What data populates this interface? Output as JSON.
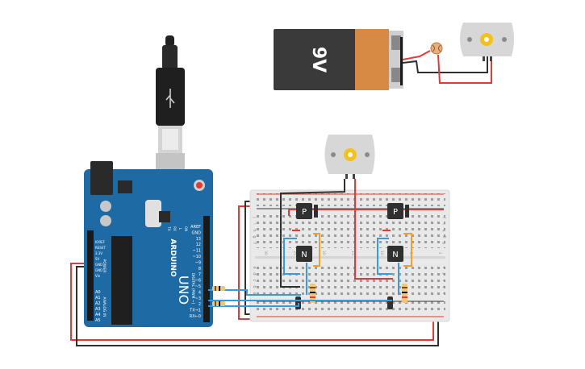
{
  "battery": {
    "label": "9V"
  },
  "arduino": {
    "brand": "ARDUINO",
    "model": "UNO",
    "digital_header_label": "DIGITAL (PWM ~)",
    "power_header_label": "POWER",
    "analog_header_label": "ANALOG IN",
    "right_pins": [
      "AREF",
      "GND",
      "13",
      "12",
      "~11",
      "~10",
      "~9",
      "8",
      "7",
      "~6",
      "~5",
      "4",
      "~3",
      "2",
      "TX→1",
      "RX←0"
    ],
    "power_pins": [
      "IOREF",
      "RESET",
      "3.3V",
      "5V",
      "GND",
      "GND",
      "Vin"
    ],
    "analog_pins": [
      "A0",
      "A1",
      "A2",
      "A3",
      "A4",
      "A5"
    ],
    "status_leds": [
      "TX",
      "RX",
      "L",
      "ON"
    ]
  },
  "breadboard": {
    "row_letters_top": [
      "j",
      "i",
      "h",
      "g",
      "f"
    ],
    "row_letters_bottom": [
      "e",
      "d",
      "c",
      "b",
      "a"
    ],
    "column_numbers": [
      "1",
      "5",
      "10",
      "15",
      "20",
      "25",
      "30"
    ]
  },
  "transistors": [
    {
      "type": "P"
    },
    {
      "type": "N"
    },
    {
      "type": "P"
    },
    {
      "type": "N"
    }
  ],
  "colors": {
    "board": "#1d6aa5",
    "battery_body": "#3a3a3a",
    "battery_label": "#d68a44",
    "wire_red": "#e53935",
    "wire_black": "#303030",
    "wire_blue": "#3a9ad9",
    "wire_orange": "#f0a030",
    "motor_body": "#d7d7d7",
    "motor_gear": "#f2c21a"
  }
}
